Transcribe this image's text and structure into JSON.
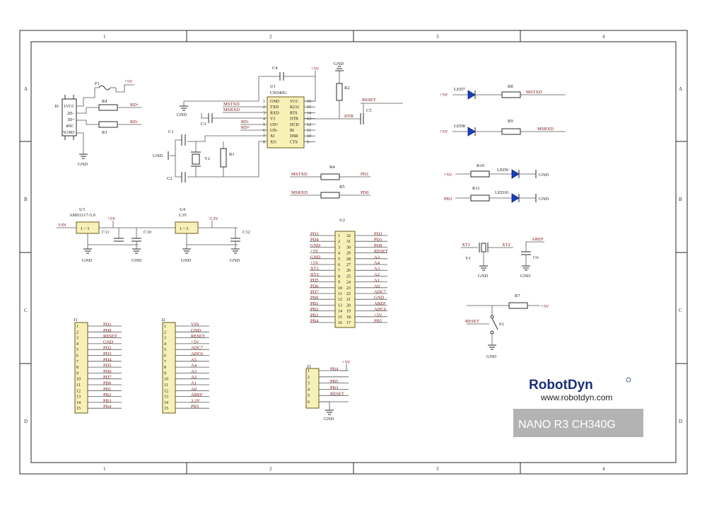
{
  "frame": {
    "columns": [
      "1",
      "2",
      "3",
      "4"
    ],
    "rows": [
      "A",
      "B",
      "C",
      "D"
    ]
  },
  "brand": {
    "logo": "RobotDyn",
    "url": "www.robotdyn.com",
    "product": "NANO R3 CH340G"
  },
  "labels": {
    "gnd": "GND",
    "p5v": "+5V",
    "p33v": "3.3V",
    "p45v": "+5V",
    "vin": "VIN",
    "reset": "RESET",
    "aref": "AREF",
    "xt1": "XT1",
    "xt2": "XT2",
    "rdp": "RD+",
    "rdm": "RD-",
    "msetxd": "MSTXD",
    "msrxd": "MSRXD",
    "pd1": "PD1",
    "pd0": "PD0",
    "pb3": "PB3",
    "pb4": "PB4",
    "pb5": "PB5",
    "dtr": "DTR"
  },
  "usb": {
    "ref": "J0",
    "pins": [
      "1VCC",
      "2D-",
      "3D+",
      "4NC",
      "5GND"
    ],
    "f1": "F1",
    "r4": "R4",
    "r3": "R3"
  },
  "ch340": {
    "ref": "U1",
    "name": "CH340G",
    "left_pins": [
      {
        "n": "1",
        "name": "GND"
      },
      {
        "n": "2",
        "name": "TXD"
      },
      {
        "n": "3",
        "name": "RXD"
      },
      {
        "n": "4",
        "name": "V3"
      },
      {
        "n": "5",
        "name": "UD+"
      },
      {
        "n": "6",
        "name": "UD-"
      },
      {
        "n": "7",
        "name": "XI"
      },
      {
        "n": "8",
        "name": "XO"
      }
    ],
    "right_pins": [
      {
        "n": "16",
        "name": "VCC"
      },
      {
        "n": "15",
        "name": "R232"
      },
      {
        "n": "14",
        "name": "RTS"
      },
      {
        "n": "13",
        "name": "DTR"
      },
      {
        "n": "12",
        "name": "DCD"
      },
      {
        "n": "11",
        "name": "RI"
      },
      {
        "n": "10",
        "name": "DSR"
      },
      {
        "n": "9",
        "name": "CTS"
      }
    ],
    "c4": "C4",
    "c3": "C3",
    "c1": "C1",
    "c2": "C2",
    "y2": "Y2",
    "r1": "R1",
    "r2": "R2",
    "c5": "C5"
  },
  "leds": {
    "led7": "LED7",
    "led8": "LED8",
    "led9": "LED9",
    "led10": "LED10",
    "r8": "R8",
    "r9": "R9",
    "r10": "R10",
    "r11": "R11",
    "r5": "R4",
    "r6": "R5"
  },
  "regulators": {
    "u3": "U3",
    "u3_name": "AMS1117-5.0",
    "u4": "U4",
    "u4_name": "3.3V",
    "c11": "C11",
    "c10": "C10",
    "c12": "C12",
    "pins": "1 ~ 3"
  },
  "u2": {
    "ref": "U2",
    "left": [
      {
        "n": "1",
        "name": "PD3"
      },
      {
        "n": "2",
        "name": "PD4"
      },
      {
        "n": "3",
        "name": "GND"
      },
      {
        "n": "4",
        "name": "+5V"
      },
      {
        "n": "5",
        "name": "GND"
      },
      {
        "n": "6",
        "name": "+5V"
      },
      {
        "n": "7",
        "name": "XT1"
      },
      {
        "n": "8",
        "name": "XT2"
      },
      {
        "n": "9",
        "name": "PD5"
      },
      {
        "n": "10",
        "name": "PD6"
      },
      {
        "n": "11",
        "name": "PD7"
      },
      {
        "n": "12",
        "name": "PB0"
      },
      {
        "n": "13",
        "name": "PB1"
      },
      {
        "n": "14",
        "name": "PB2"
      },
      {
        "n": "15",
        "name": "PB3"
      },
      {
        "n": "16",
        "name": "PB4"
      }
    ],
    "right": [
      {
        "n": "32",
        "name": "PD2"
      },
      {
        "n": "31",
        "name": "PD1"
      },
      {
        "n": "30",
        "name": "PD0"
      },
      {
        "n": "29",
        "name": "RESET"
      },
      {
        "n": "28",
        "name": "A3"
      },
      {
        "n": "27",
        "name": "A4"
      },
      {
        "n": "26",
        "name": "A3"
      },
      {
        "n": "25",
        "name": "A2"
      },
      {
        "n": "24",
        "name": "A1"
      },
      {
        "n": "23",
        "name": "A0"
      },
      {
        "n": "22",
        "name": "ADC7"
      },
      {
        "n": "21",
        "name": "GND"
      },
      {
        "n": "20",
        "name": "AREF"
      },
      {
        "n": "19",
        "name": "ADC6"
      },
      {
        "n": "18",
        "name": "+5V"
      },
      {
        "n": "17",
        "name": "PB5"
      }
    ]
  },
  "j1": {
    "ref": "J1",
    "pins": [
      {
        "n": "1",
        "name": "PD1"
      },
      {
        "n": "2",
        "name": "PD0"
      },
      {
        "n": "3",
        "name": "RESET"
      },
      {
        "n": "4",
        "name": "GND"
      },
      {
        "n": "5",
        "name": "PD2"
      },
      {
        "n": "6",
        "name": "PD3"
      },
      {
        "n": "7",
        "name": "PD4"
      },
      {
        "n": "8",
        "name": "PD5"
      },
      {
        "n": "9",
        "name": "PD6"
      },
      {
        "n": "10",
        "name": "PD7"
      },
      {
        "n": "11",
        "name": "PB0"
      },
      {
        "n": "12",
        "name": "PB1"
      },
      {
        "n": "13",
        "name": "PB2"
      },
      {
        "n": "14",
        "name": "PB3"
      },
      {
        "n": "15",
        "name": "PB4"
      }
    ]
  },
  "j2": {
    "ref": "J2",
    "pins": [
      {
        "n": "1",
        "name": "VIN"
      },
      {
        "n": "2",
        "name": "GND"
      },
      {
        "n": "3",
        "name": "RESET"
      },
      {
        "n": "4",
        "name": "+5V"
      },
      {
        "n": "5",
        "name": "ADC7"
      },
      {
        "n": "6",
        "name": "ADC6"
      },
      {
        "n": "7",
        "name": "A5"
      },
      {
        "n": "8",
        "name": "A4"
      },
      {
        "n": "9",
        "name": "A3"
      },
      {
        "n": "10",
        "name": "A2"
      },
      {
        "n": "11",
        "name": "A1"
      },
      {
        "n": "12",
        "name": "A0"
      },
      {
        "n": "13",
        "name": "AREF"
      },
      {
        "n": "14",
        "name": "3.3V"
      },
      {
        "n": "15",
        "name": "PB5"
      }
    ]
  },
  "j3": {
    "ref": "J3",
    "pins": [
      {
        "n": "1",
        "name": "PB4"
      },
      {
        "n": "2",
        "name": ""
      },
      {
        "n": "3",
        "name": "PB5"
      },
      {
        "n": "4",
        "name": "PB3"
      },
      {
        "n": "5",
        "name": "RESET"
      },
      {
        "n": "6",
        "name": ""
      }
    ]
  },
  "misc": {
    "y1": "Y1",
    "c6": "C6",
    "r7": "R7",
    "s1": "S1"
  }
}
